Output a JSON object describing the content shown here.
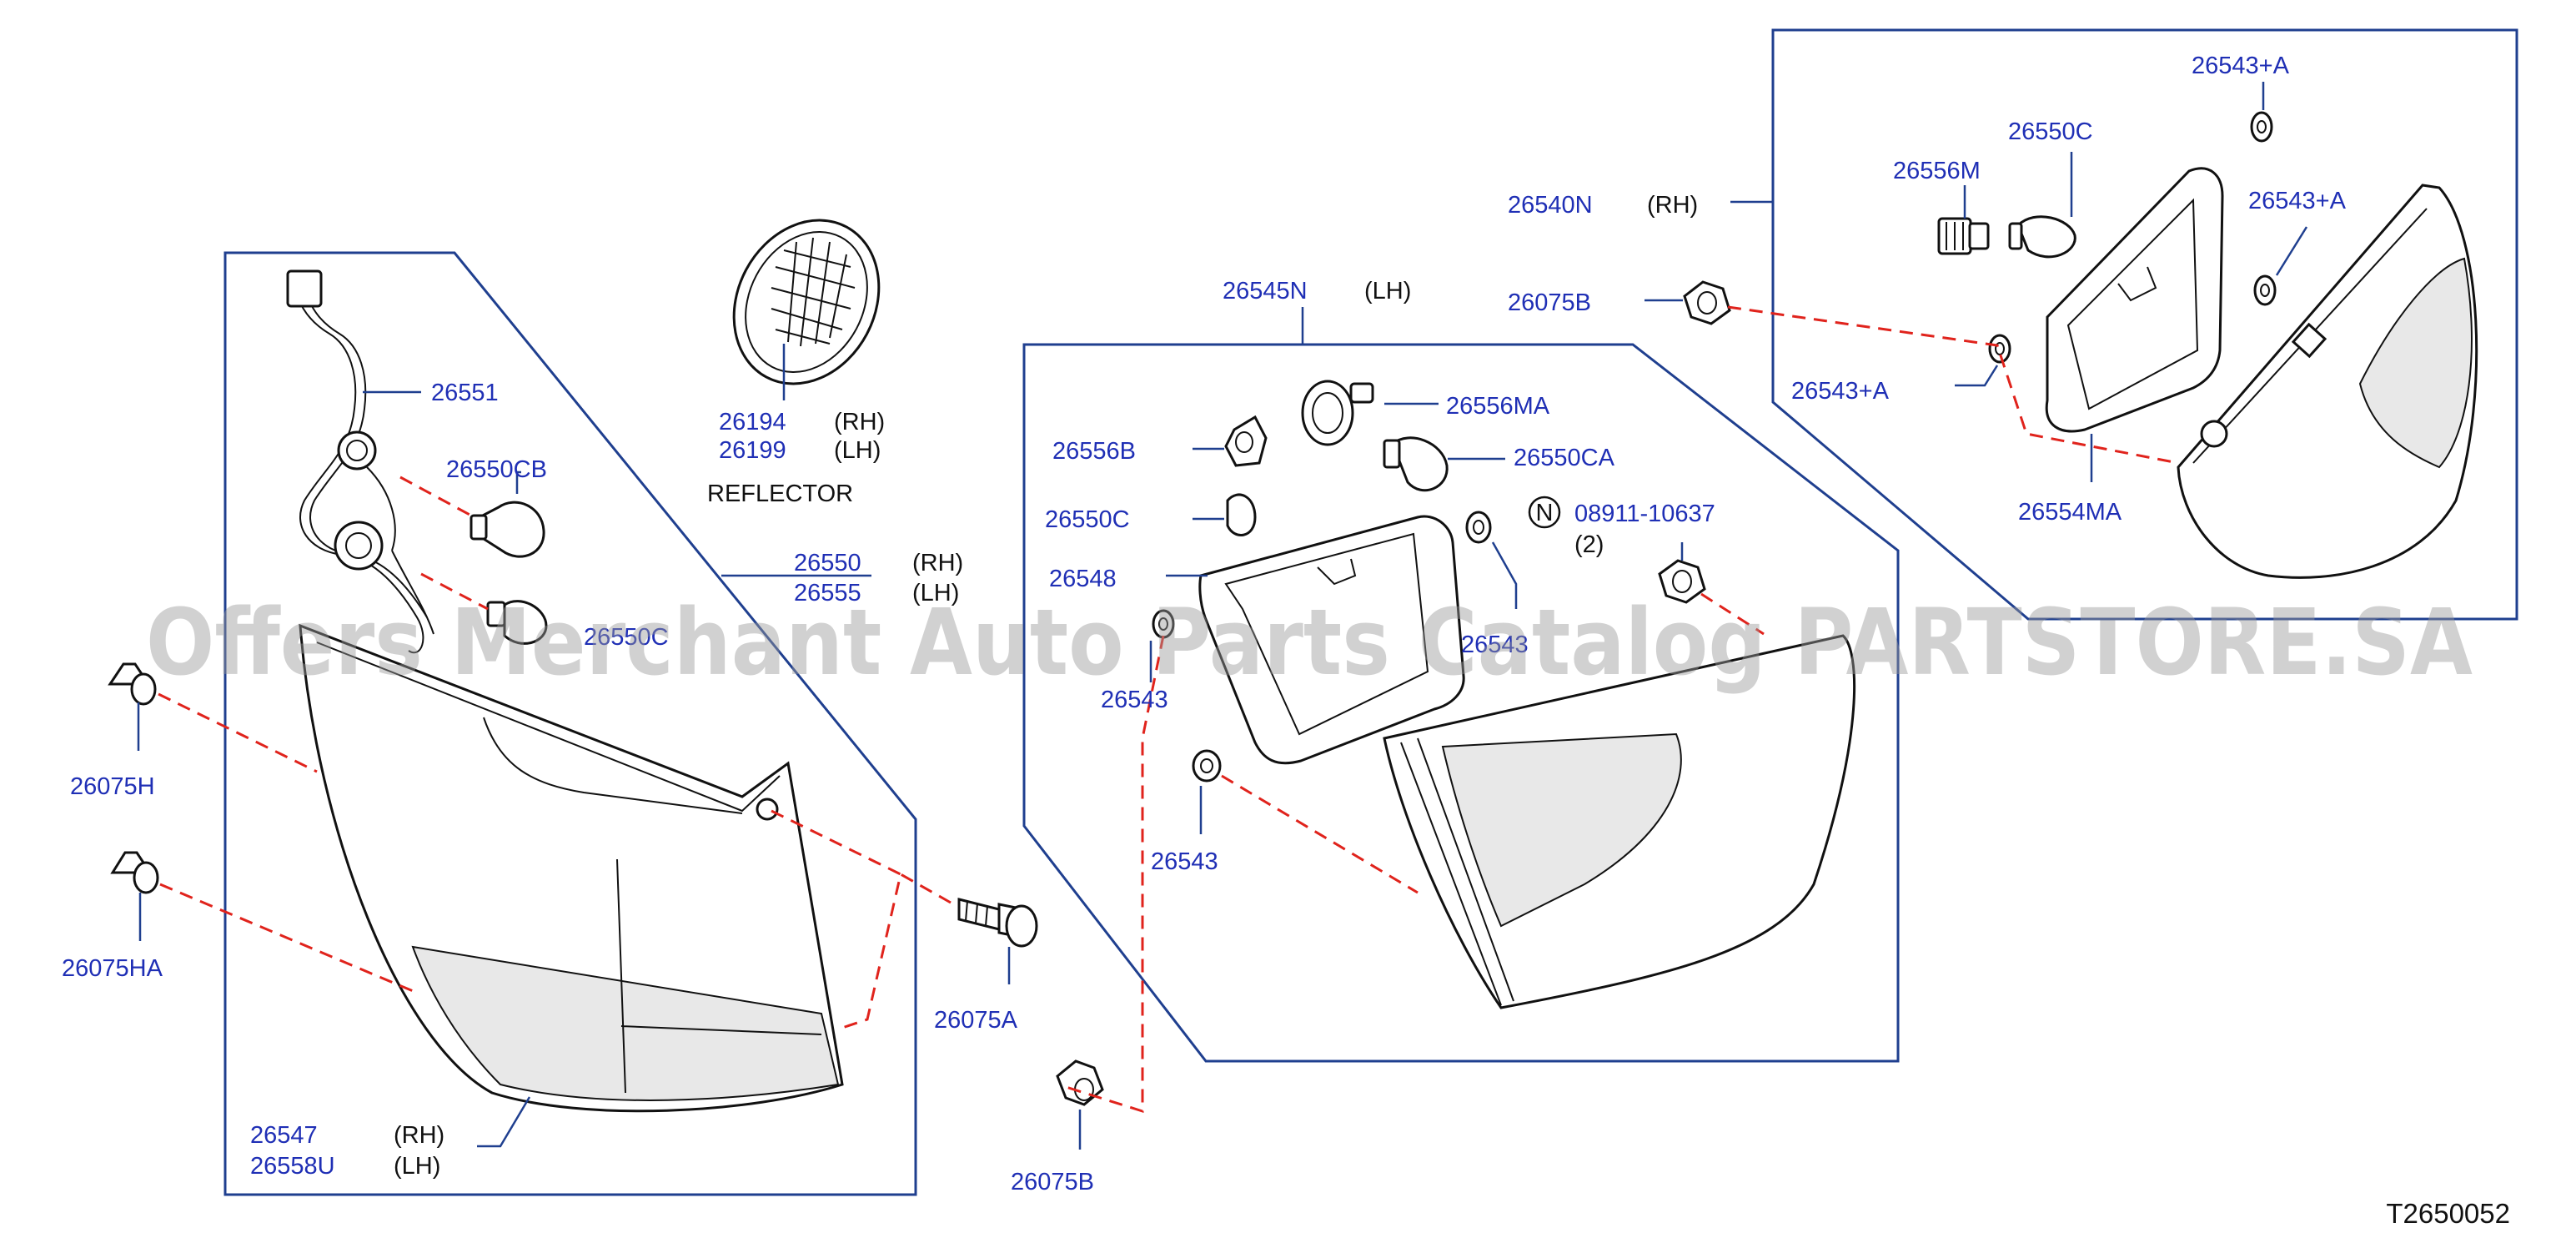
{
  "labels": {
    "p26551": "26551",
    "p26550CB": "26550CB",
    "p26550C_hidden": "26550C",
    "p26194": "26194",
    "p26194_side": "(RH)",
    "p26199": "26199",
    "p26199_side": "(LH)",
    "reflector": "REFLECTOR",
    "p26550": "26550",
    "p26550_side": "(RH)",
    "p26555": "26555",
    "p26555_side": "(LH)",
    "p26075H": "26075H",
    "p26075HA": "26075HA",
    "p26075A": "26075A",
    "p26547": "26547",
    "p26547_side": "(RH)",
    "p26558U": "26558U",
    "p26558U_side": "(LH)",
    "p26075B_bottom": "26075B",
    "p26545N": "26545N",
    "p26545N_side": "(LH)",
    "p26556MA": "26556MA",
    "p26556B": "26556B",
    "p26550CA": "26550CA",
    "p26550C_mid": "26550C",
    "p08911": "08911-10637",
    "p08911_qty": "(2)",
    "p08911_marker": "N",
    "p26548": "26548",
    "p26543_a": "26543",
    "p26543_b": "26543",
    "p26543_c": "26543",
    "p26540N": "26540N",
    "p26540N_side": "(RH)",
    "p26075B_top": "26075B",
    "p26543A_1": "26543+A",
    "p26543A_2": "26543+A",
    "p26543A_3": "26543+A",
    "p26550C_right": "26550C",
    "p26556M": "26556M",
    "p26554MA": "26554MA",
    "figure_code": "T2650052"
  },
  "watermark": "Offers Merchant Auto Parts Catalog PARTSTORE.SA",
  "colors": {
    "part_number": "#1f2fb5",
    "box_line": "#1f3f8f",
    "dashed_leader": "#e0231c",
    "outline": "#111111"
  }
}
